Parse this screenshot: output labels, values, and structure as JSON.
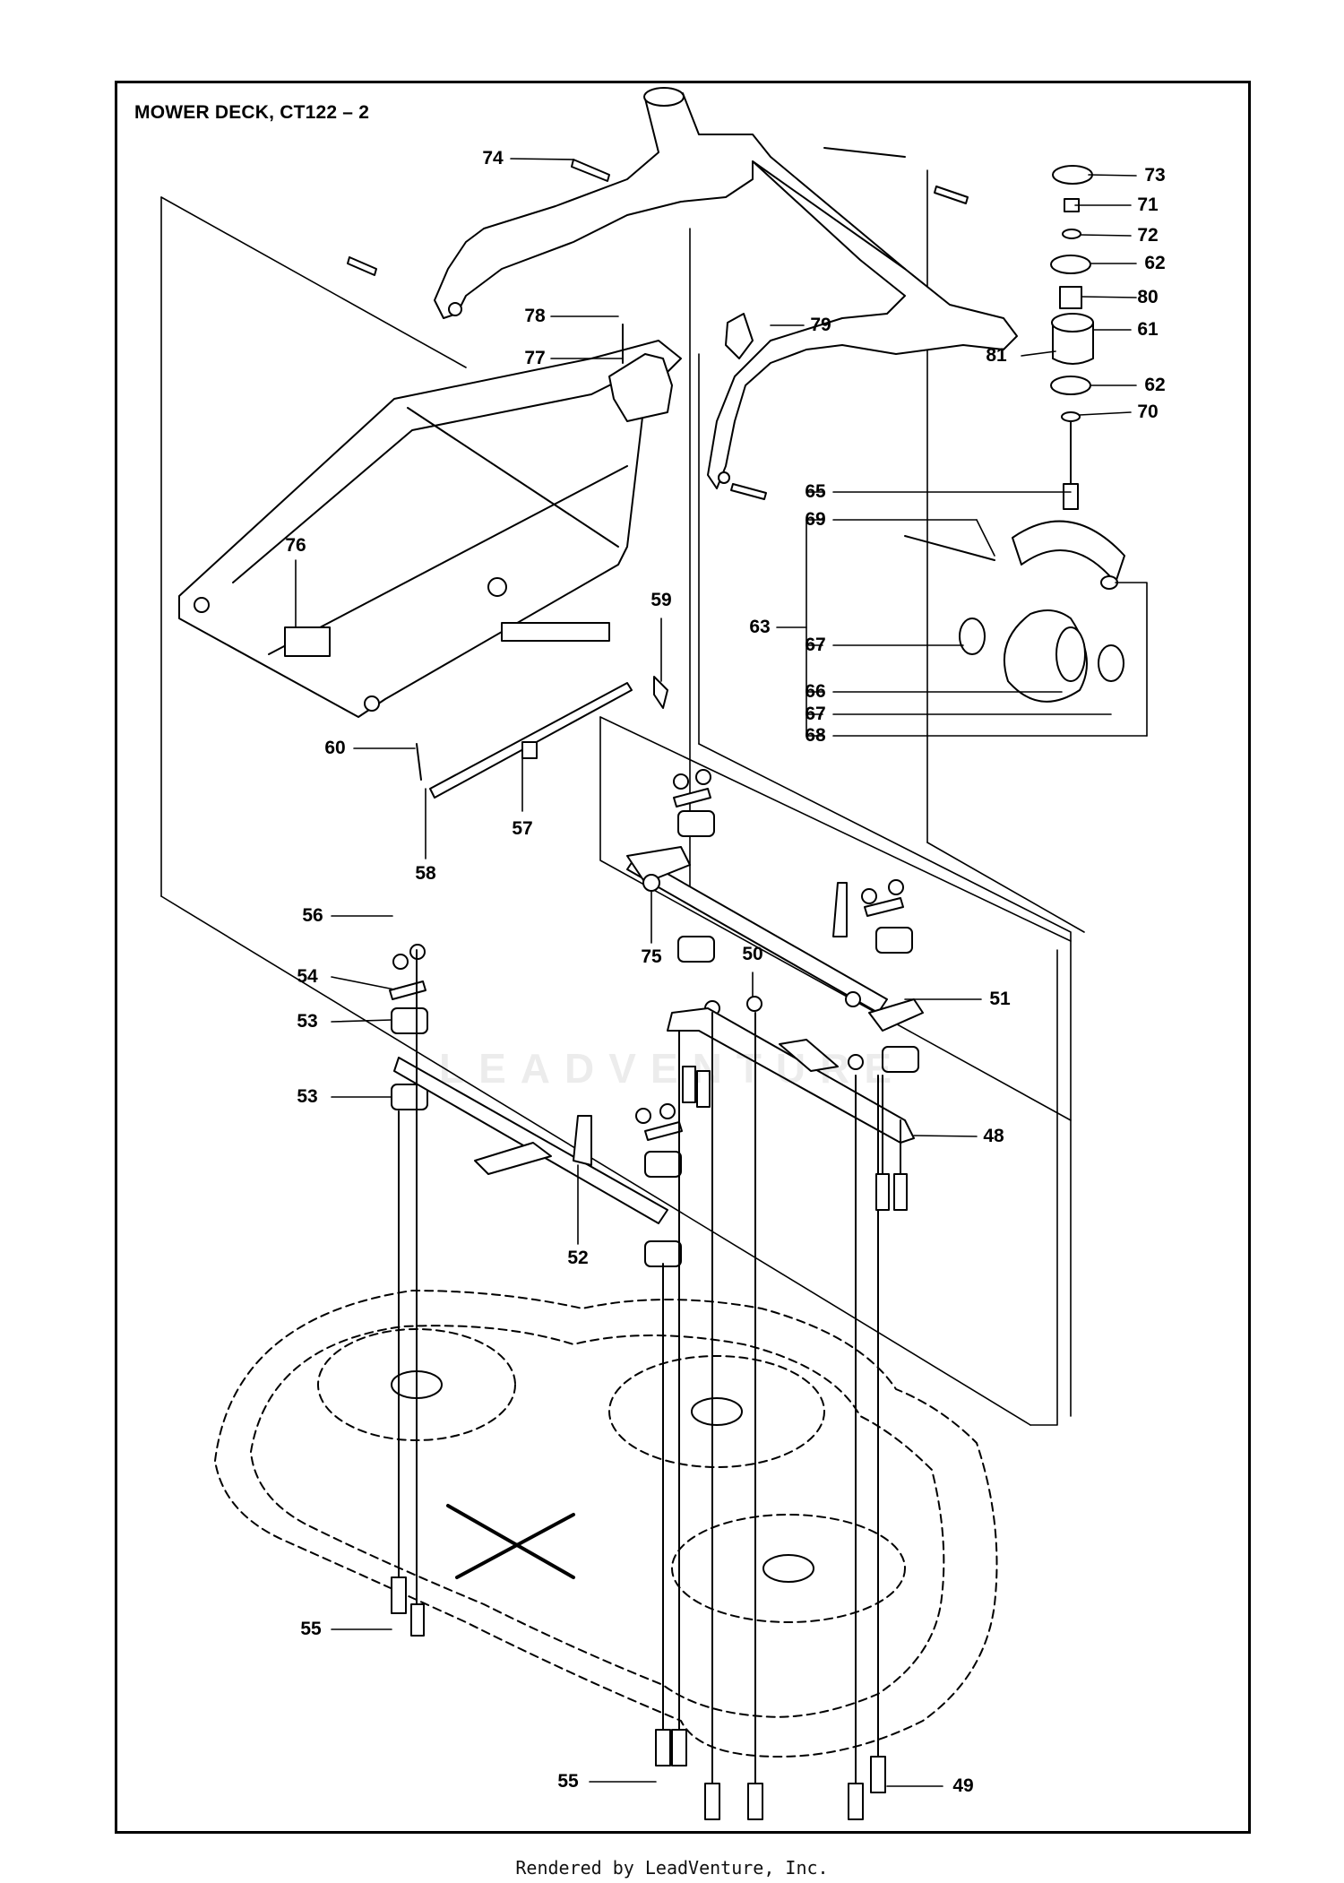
{
  "title": "MOWER DECK, CT122 – 2",
  "watermark": "LEADVENTURE",
  "footer": "Rendered by LeadVenture, Inc.",
  "labels": {
    "l74": "74",
    "l73": "73",
    "l71": "71",
    "l72": "72",
    "l62a": "62",
    "l80": "80",
    "l61": "61",
    "l81": "81",
    "l62b": "62",
    "l70": "70",
    "l78": "78",
    "l79": "79",
    "l77": "77",
    "l76": "76",
    "l65": "65",
    "l69": "69",
    "l59": "59",
    "l63": "63",
    "l67a": "67",
    "l66": "66",
    "l67b": "67",
    "l68": "68",
    "l60": "60",
    "l57": "57",
    "l58": "58",
    "l56": "56",
    "l50": "50",
    "l75": "75",
    "l54": "54",
    "l51": "51",
    "l53a": "53",
    "l53b": "53",
    "l48": "48",
    "l52": "52",
    "l55a": "55",
    "l55b": "55",
    "l49": "49"
  }
}
